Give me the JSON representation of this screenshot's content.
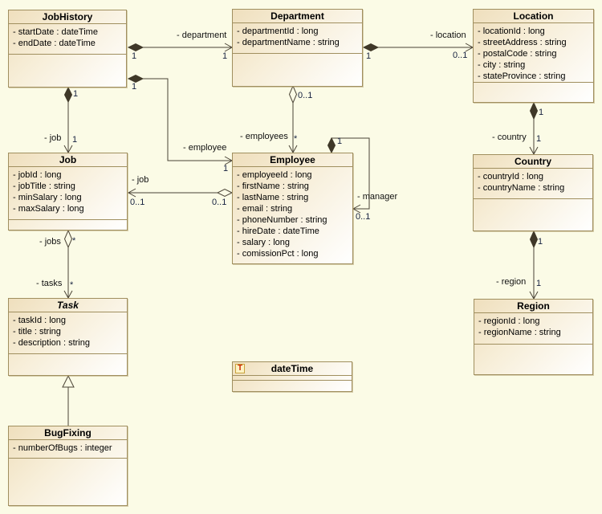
{
  "classes": {
    "jobHistory": {
      "name": "JobHistory",
      "attrs": [
        "- startDate : dateTime",
        "- endDate : dateTime"
      ]
    },
    "department": {
      "name": "Department",
      "attrs": [
        "- departmentId : long",
        "- departmentName : string"
      ]
    },
    "location": {
      "name": "Location",
      "attrs": [
        "- locationId : long",
        "- streetAddress : string",
        "- postalCode : string",
        "- city : string",
        "- stateProvince : string"
      ]
    },
    "job": {
      "name": "Job",
      "attrs": [
        "- jobId : long",
        "- jobTitle : string",
        "- minSalary : long",
        "- maxSalary : long"
      ]
    },
    "employee": {
      "name": "Employee",
      "attrs": [
        "- employeeId : long",
        "- firstName : string",
        "- lastName : string",
        "- email : string",
        "- phoneNumber : string",
        "- hireDate : dateTime",
        "- salary : long",
        "- comissionPct : long"
      ]
    },
    "country": {
      "name": "Country",
      "attrs": [
        "- countryId : long",
        "- countryName : string"
      ]
    },
    "task": {
      "name": "Task",
      "attrs": [
        "- taskId : long",
        "- title : string",
        "- description : string"
      ]
    },
    "region": {
      "name": "Region",
      "attrs": [
        "- regionId : long",
        "- regionName : string"
      ]
    },
    "bugFixing": {
      "name": "BugFixing",
      "attrs": [
        "- numberOfBugs : integer"
      ]
    },
    "dateTimeType": {
      "name": "dateTime",
      "icon": "T"
    }
  },
  "associations": {
    "jobhistory_department": {
      "role": "- department",
      "mult_at_jobhistory": "1",
      "mult_at_department": "1"
    },
    "jobhistory_employee": {
      "role": "- employee",
      "mult_at_jobhistory": "1",
      "mult_at_employee": "1"
    },
    "jobhistory_job": {
      "role": "- job",
      "mult_at_jobhistory": "1",
      "mult_at_job": "1"
    },
    "department_location": {
      "role": "- location",
      "mult_at_department": "1",
      "mult_at_location": "0..1"
    },
    "department_employees": {
      "role": "- employees",
      "mult_at_department": "0..1",
      "mult_at_employee": "*"
    },
    "employee_job": {
      "role": "- job",
      "mult_at_employee": "0..1",
      "mult_at_job": "0..1"
    },
    "employee_manager": {
      "role": "- manager",
      "mult_at_whole": "1",
      "mult_at_manager": "0..1"
    },
    "job_task": {
      "role_at_job": "- jobs",
      "mult_at_job": "*",
      "role_at_task": "- tasks",
      "mult_at_task": "*"
    },
    "location_country": {
      "role": "- country",
      "mult_at_location": "1",
      "mult_at_country": "1"
    },
    "country_region": {
      "role": "- region",
      "mult_at_country": "1",
      "mult_at_region": "1"
    }
  },
  "colors": {
    "canvas_background": "#fbfbe6",
    "box_border": "#a08f5f",
    "box_gradient_start": "#efdfbd",
    "box_gradient_end": "#ffffff",
    "line": "#4a4335",
    "datatype_icon_red": "#cc2200"
  }
}
